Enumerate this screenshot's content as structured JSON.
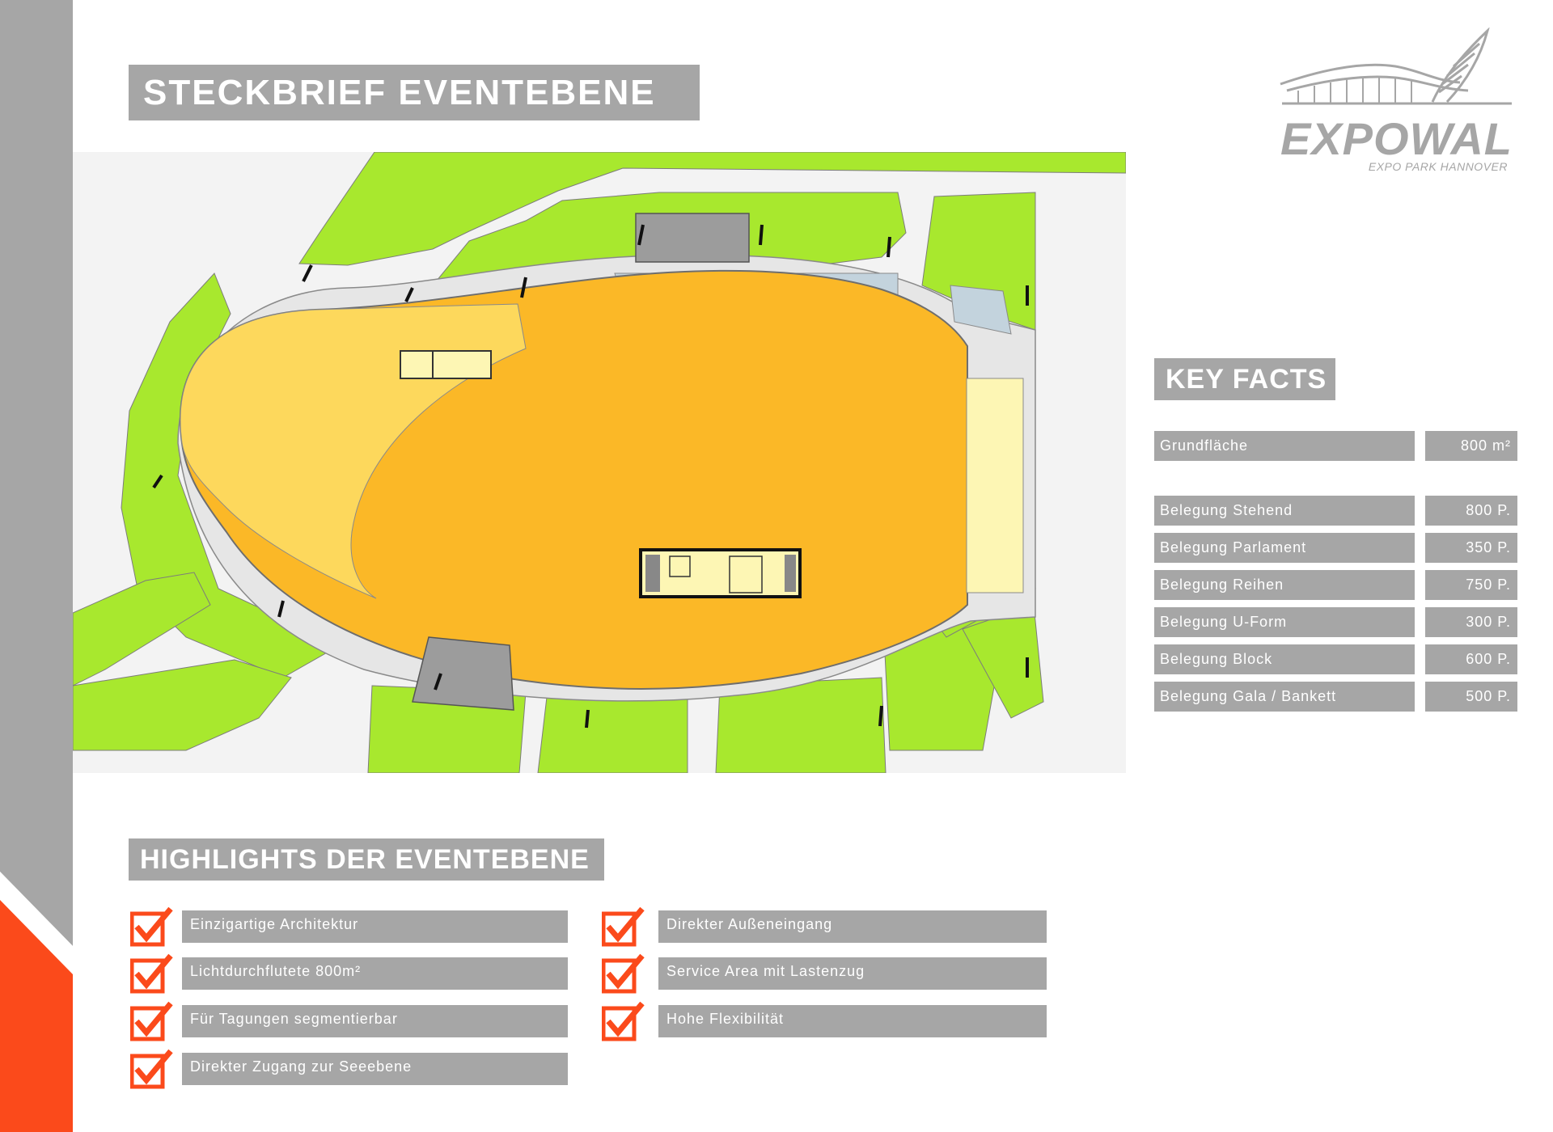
{
  "header": {
    "title": "STECKBRIEF EVENTEBENE"
  },
  "logo": {
    "name": "EXPOWAL",
    "subtitle": "EXPO PARK HANNOVER"
  },
  "key_facts": {
    "title": "KEY FACTS",
    "items": [
      {
        "label": "Grundfläche",
        "value": "800 m²"
      },
      {
        "label": "Belegung Stehend",
        "value": "800 P."
      },
      {
        "label": "Belegung Parlament",
        "value": "350 P."
      },
      {
        "label": "Belegung Reihen",
        "value": "750 P."
      },
      {
        "label": "Belegung U-Form",
        "value": "300 P."
      },
      {
        "label": "Belegung Block",
        "value": "600 P."
      },
      {
        "label": "Belegung Gala / Bankett",
        "value": "500 P."
      }
    ]
  },
  "highlights": {
    "title": "HIGHLIGHTS DER EVENTEBENE",
    "left": [
      "Einzigartige Architektur",
      "Lichtdurchflutete 800m²",
      "Für Tagungen segmentierbar",
      "Direkter Zugang zur Seeebene"
    ],
    "right": [
      "Direkter Außeneingang",
      "Service Area mit Lastenzug",
      "Hohe Flexibilität"
    ]
  },
  "colors": {
    "accent_orange": "#fb4a1b",
    "sidebar_gray": "#a6a6a6",
    "label_gray": "#a6a6a6",
    "green": "#a8e82e",
    "hall_orange": "#fbb827",
    "hall_yellow": "#fdd85c",
    "pale_yellow": "#fdf6b4",
    "glass_blue": "#c3d3dd"
  }
}
